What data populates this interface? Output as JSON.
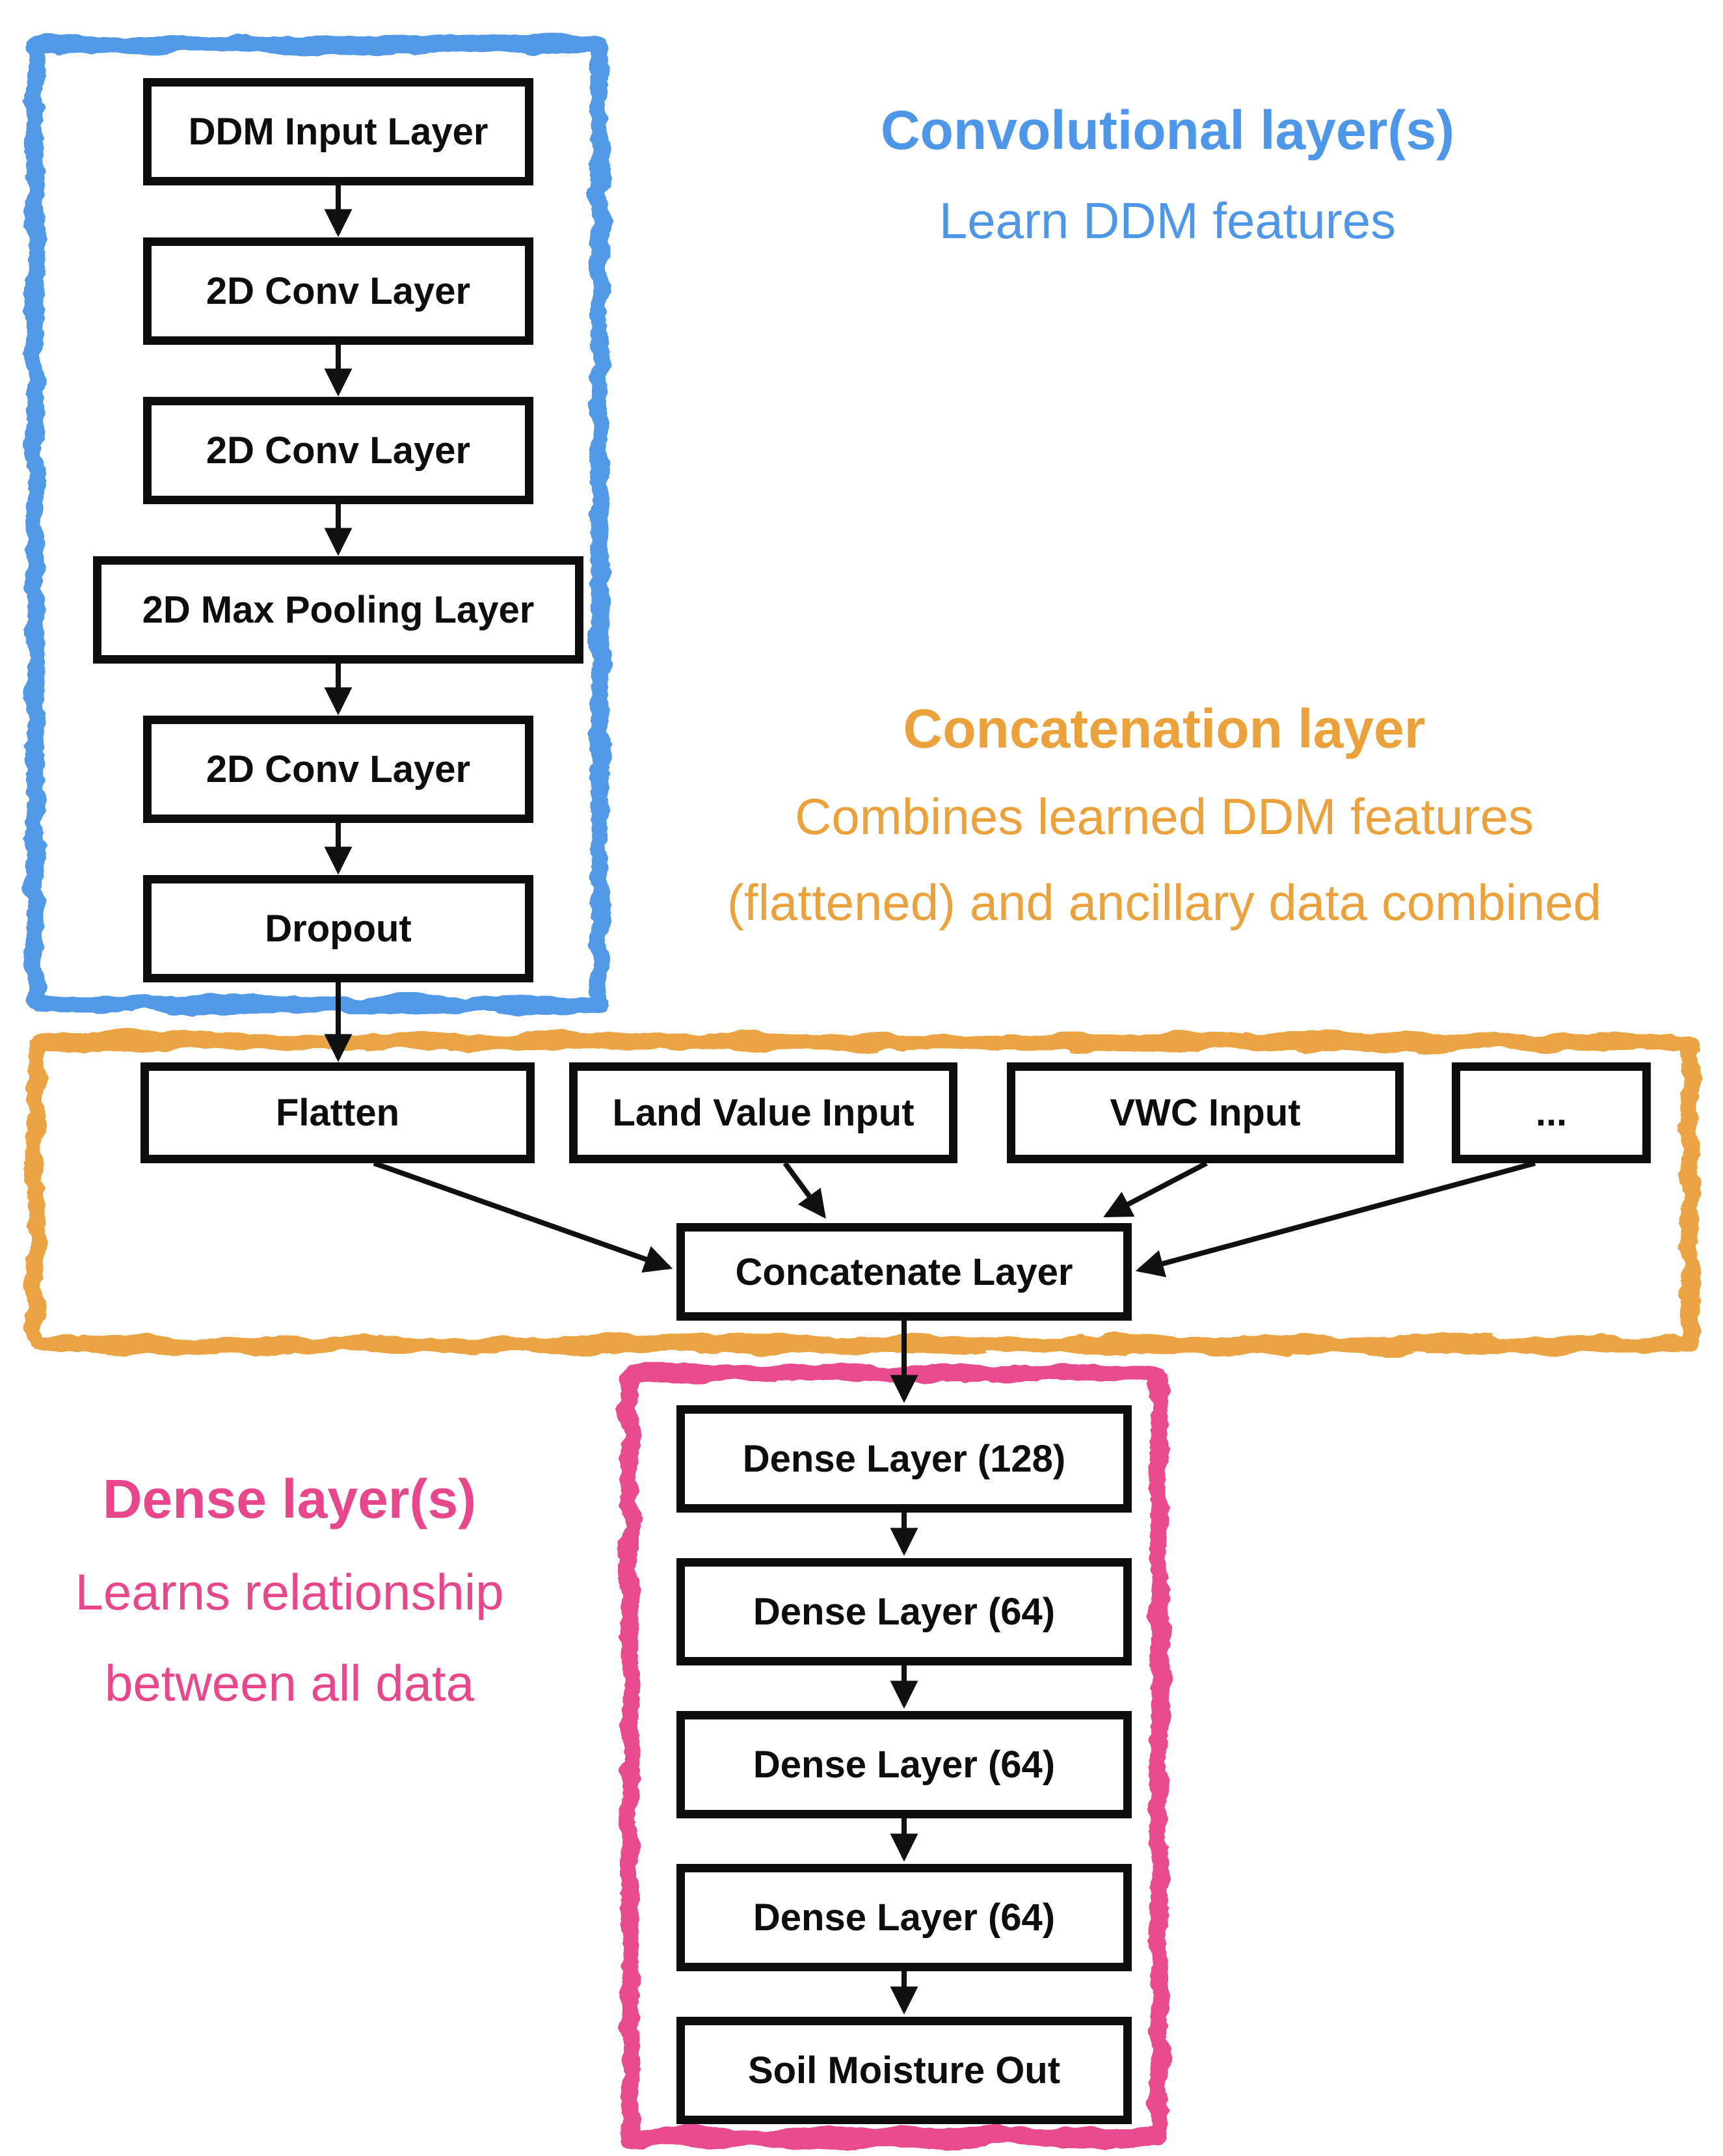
{
  "diagram": {
    "background_color": "#ffffff",
    "node_border_color": "#0d0d0d",
    "arrow_color": "#101010",
    "groups": {
      "conv": {
        "title": "Convolutional layer(s)",
        "subtitle": "Learn DDM features",
        "color": "#4D96E8",
        "nodes": [
          "DDM Input Layer",
          "2D Conv Layer",
          "2D Conv Layer",
          "2D Max Pooling Layer",
          "2D Conv Layer",
          "Dropout"
        ]
      },
      "concat": {
        "title": "Concatenation layer",
        "subtitle_line1": "Combines learned DDM features",
        "subtitle_line2": "(flattened) and ancillary data combined",
        "color": "#EBA23C",
        "input_nodes": [
          "Flatten",
          "Land Value Input",
          "VWC Input",
          "..."
        ],
        "merge_node": "Concatenate Layer"
      },
      "dense": {
        "title": "Dense layer(s)",
        "subtitle_line1": "Learns relationship",
        "subtitle_line2": "between all data",
        "color": "#E8478C",
        "nodes": [
          "Dense Layer (128)",
          "Dense Layer (64)",
          "Dense Layer (64)",
          "Dense Layer (64)",
          "Soil Moisture Out"
        ]
      }
    }
  }
}
